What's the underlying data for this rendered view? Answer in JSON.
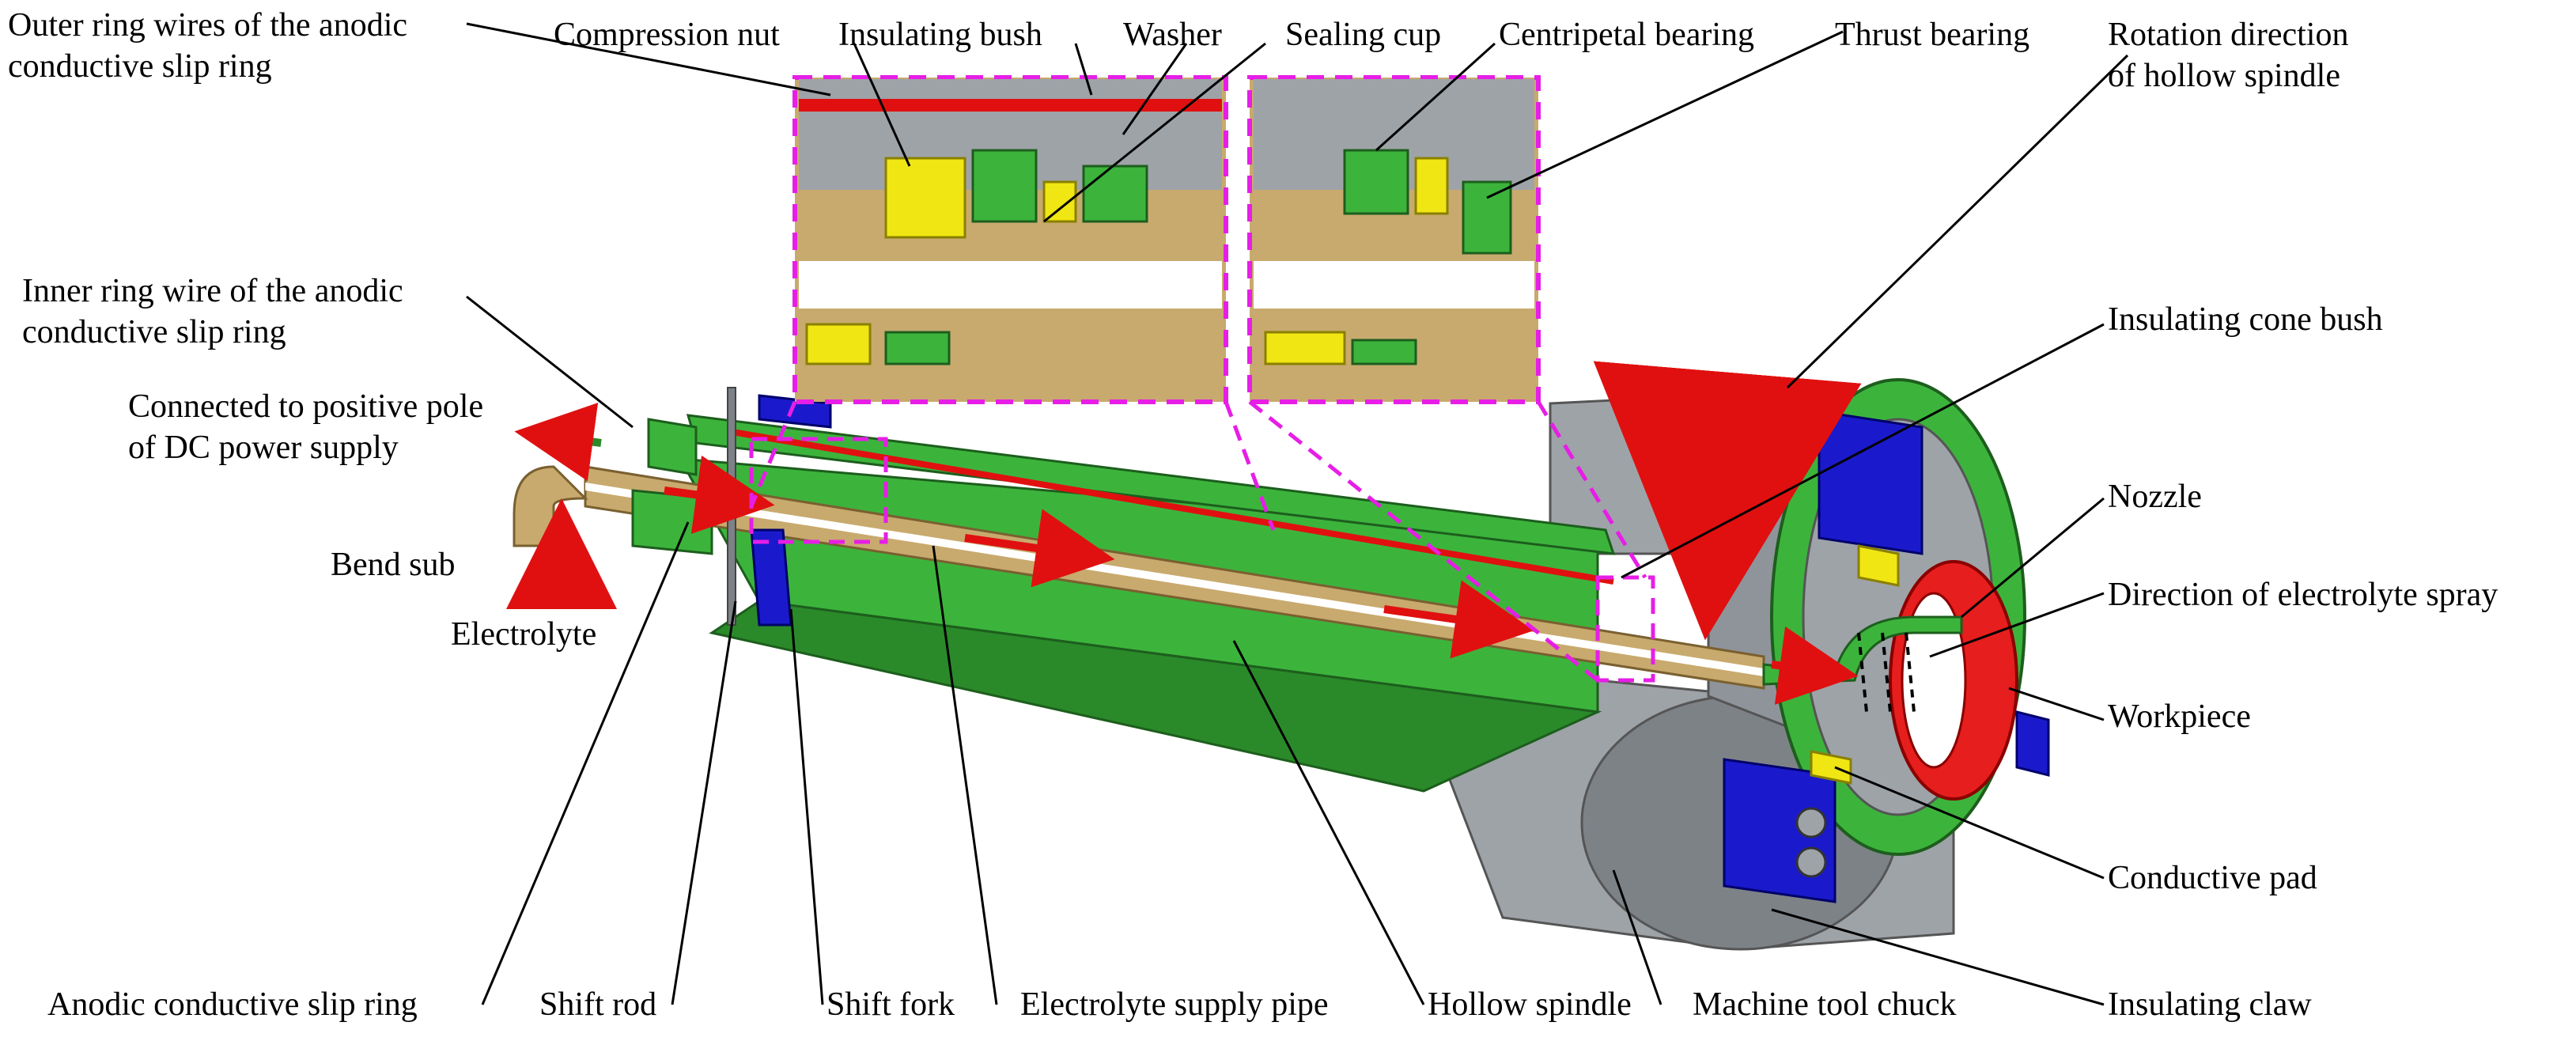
{
  "labels": {
    "outer_ring_wires": [
      "Outer ring wires of the anodic",
      " conductive slip ring"
    ],
    "compression_nut": "Compression nut",
    "insulating_bush": "Insulating bush",
    "washer": "Washer",
    "sealing_cup": "Sealing cup",
    "centripetal_bearing": "Centripetal bearing",
    "thrust_bearing": "Thrust bearing",
    "rotation_direction": [
      "Rotation direction",
      "of hollow spindle"
    ],
    "inner_ring_wire": [
      "Inner ring wire of the anodic",
      "conductive slip ring"
    ],
    "insulating_cone_bush": "Insulating cone bush",
    "connected_positive": [
      "Connected to positive pole",
      "of DC power supply"
    ],
    "nozzle": "Nozzle",
    "bend_sub": "Bend sub",
    "direction_spray": "Direction of electrolyte spray",
    "electrolyte": "Electrolyte",
    "workpiece": "Workpiece",
    "conductive_pad": "Conductive pad",
    "anodic_slip_ring": "Anodic conductive slip ring",
    "shift_rod": "Shift rod",
    "shift_fork": "Shift fork",
    "electrolyte_supply_pipe": "Electrolyte supply pipe",
    "hollow_spindle": "Hollow spindle",
    "machine_tool_chuck": "Machine tool chuck",
    "insulating_claw": "Insulating claw"
  },
  "colors": {
    "spindle_green": "#3cb43c",
    "spindle_dark_green": "#2a8a2a",
    "bronze": "#c8aa6e",
    "chuck_gray": "#9ea3a8",
    "chuck_dark": "#7d8287",
    "wire_red": "#e01010",
    "workpiece_red": "#e61e1e",
    "insulator_yellow": "#f0e614",
    "claw_blue": "#1a1acc",
    "zoom_magenta": "#e61ee6",
    "leader_black": "#000000"
  }
}
